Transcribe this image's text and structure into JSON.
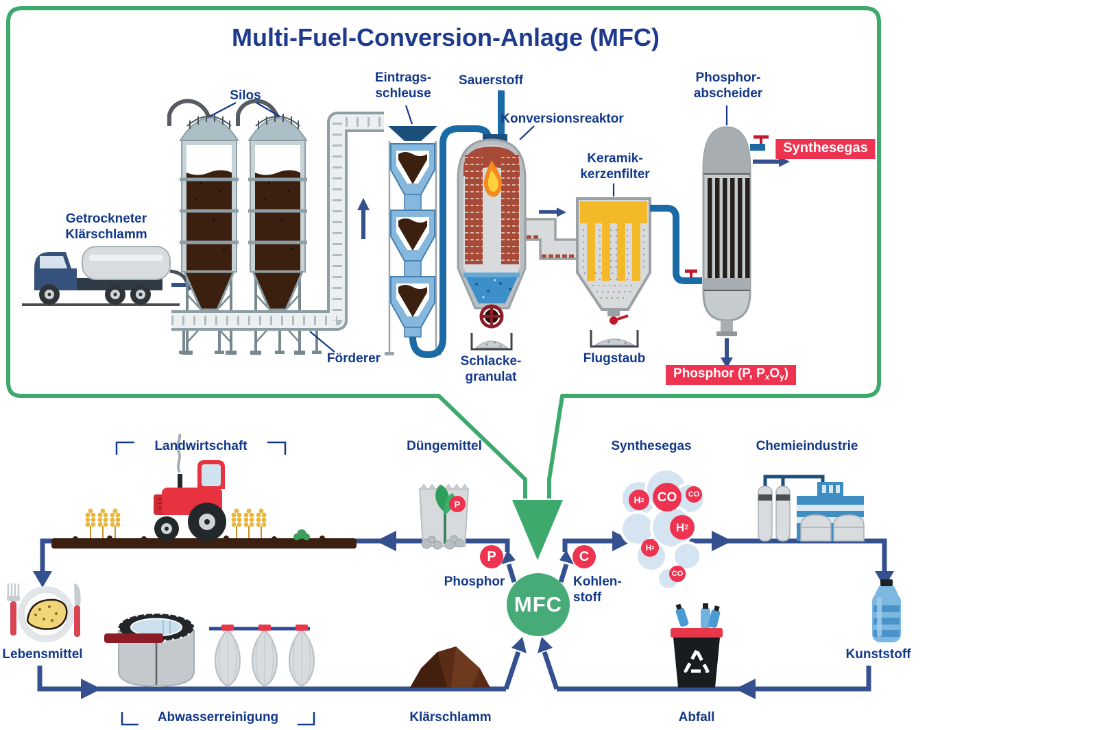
{
  "title": "Multi-Fuel-Conversion-Anlage (MFC)",
  "colors": {
    "box_green": "#3EA96D",
    "mfc_green": "#47AB78",
    "label_navy": "#12388B",
    "flow_navy": "#35508F",
    "badge_red": "#EE3350",
    "pipe_blue": "#1A6AA6"
  },
  "plant": {
    "silos": "Silos",
    "dried_sludge": "Getrockneter\nKlärschlamm",
    "conveyor": "Förderer",
    "inlet_lock": "Eintrags-\nschleuse",
    "oxygen": "Sauerstoff",
    "reactor": "Konversionsreaktor",
    "ceramic_filter": "Keramik-\nkerzenfilter",
    "phosphorus_separator": "Phosphor-\nabscheider",
    "slag": "Schlacke-\ngranulat",
    "fly_ash": "Flugstaub",
    "syngas_badge": "Synthesegas",
    "phosphorus_badge": {
      "pre": "Phosphor (P, P",
      "sub_x": "x",
      "mid": "O",
      "sub_y": "y",
      "post": ")"
    }
  },
  "cycle": {
    "mfc": "MFC",
    "agriculture": "Landwirtschaft",
    "fertilizer": "Düngemittel",
    "syngas": "Synthesegas",
    "chemical_industry": "Chemieindustrie",
    "food": "Lebensmittel",
    "wastewater": "Abwasserreinigung",
    "sludge": "Klärschlamm",
    "waste": "Abfall",
    "plastic": "Kunststoff",
    "phosphorus_label": "Phosphor",
    "phosphorus_symbol": "P",
    "carbon_label": "Kohlen-\nstoff",
    "carbon_symbol": "C",
    "fertilizer_symbol": "P",
    "molecules": [
      {
        "sym": "H",
        "sub": "2"
      },
      {
        "sym": "CO",
        "sub": ""
      },
      {
        "sym": "CO",
        "sub": ""
      },
      {
        "sym": "H",
        "sub": "2"
      },
      {
        "sym": "H",
        "sub": "2"
      },
      {
        "sym": "CO",
        "sub": ""
      }
    ]
  }
}
